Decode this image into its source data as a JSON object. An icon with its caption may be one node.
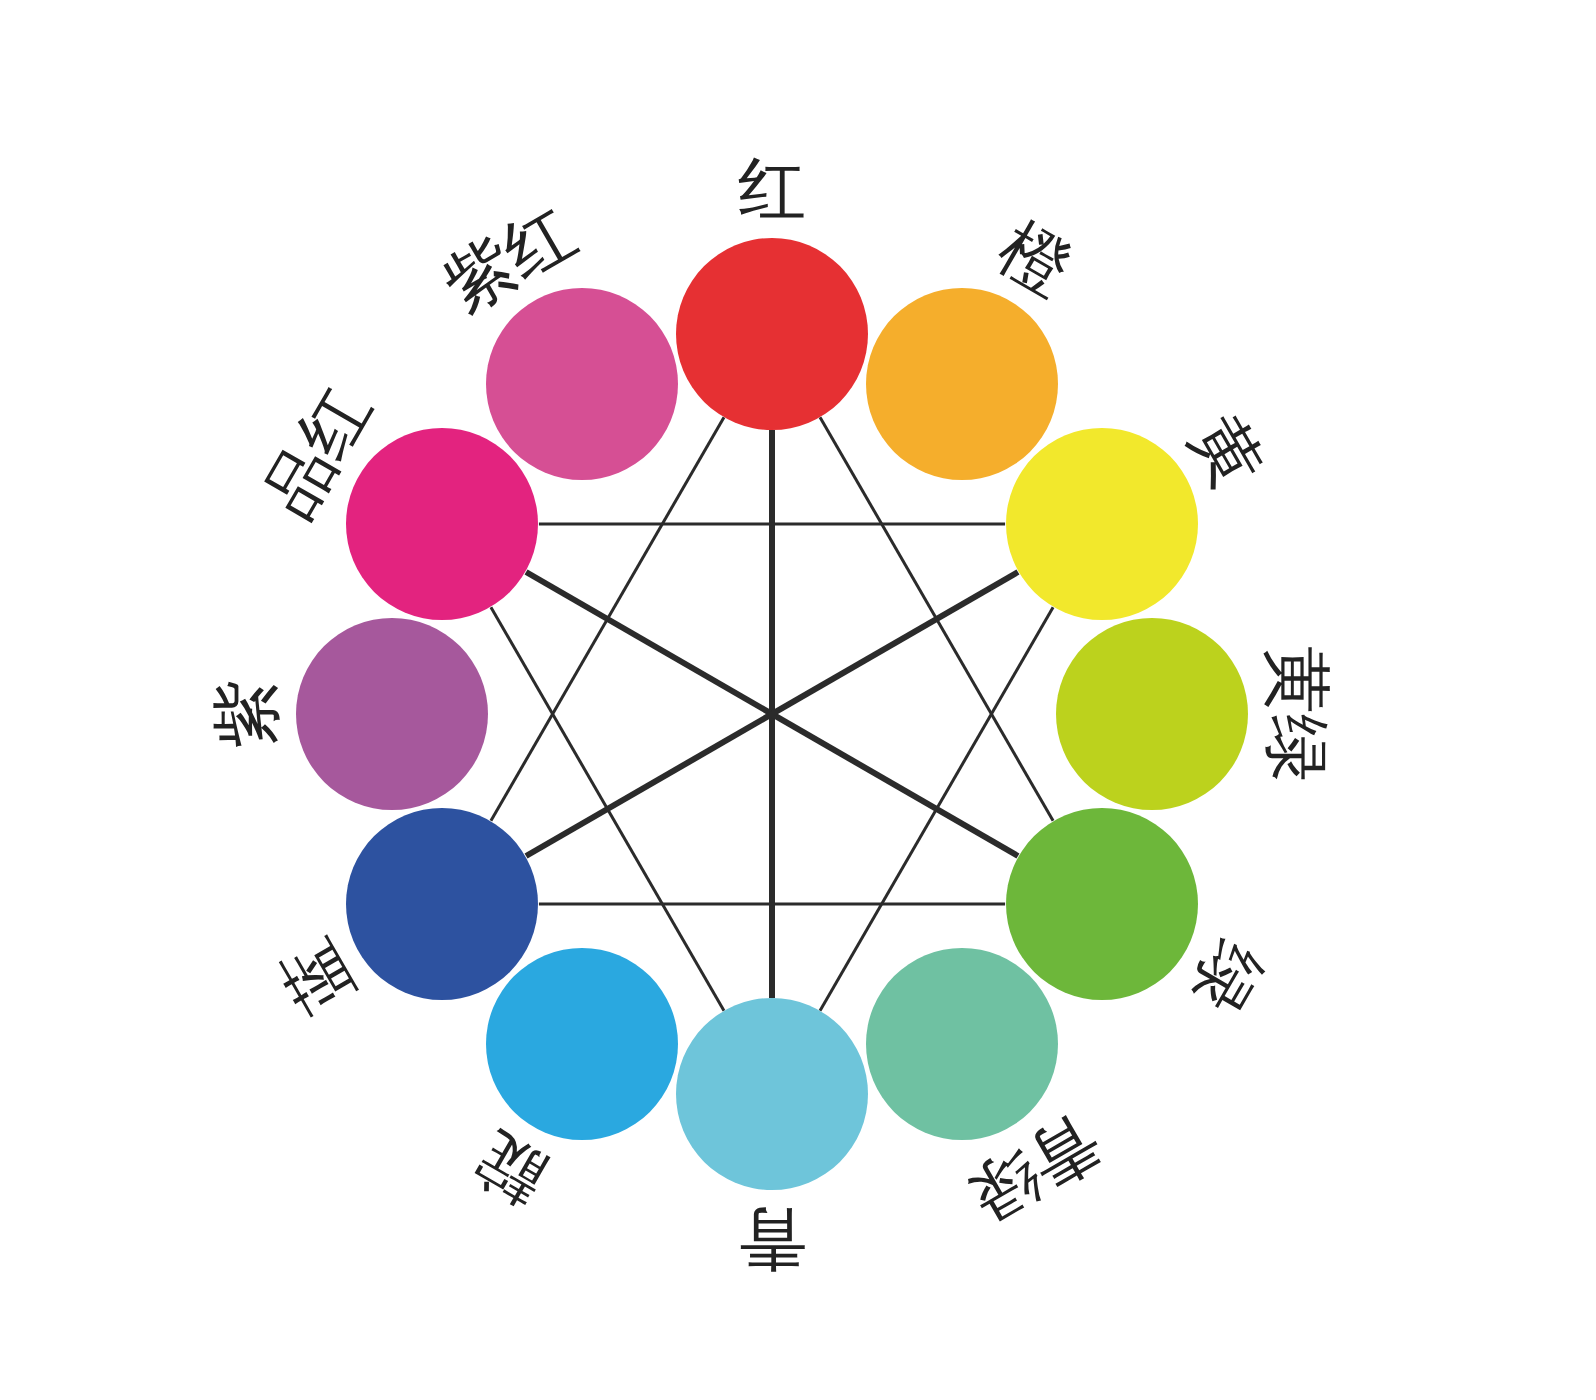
{
  "diagram": {
    "nodes": [
      {
        "text": [
          "红"
        ]
      },
      {
        "text": [
          "橙"
        ]
      },
      {
        "text": [
          "黄"
        ]
      },
      {
        "text": [
          "黄绿"
        ]
      },
      {
        "text": [
          "绿"
        ]
      },
      {
        "text": [
          "青绿"
        ]
      },
      {
        "text": [
          "青"
        ]
      },
      {
        "text": [
          "靛"
        ]
      },
      {
        "text": [
          "蓝"
        ]
      },
      {
        "text": [
          "紫"
        ]
      },
      {
        "text": [
          "品红"
        ]
      },
      {
        "text": [
          "紫红"
        ]
      }
    ],
    "edges": [
      {
        "from": 0,
        "to": 6,
        "arrow": "none",
        "style": "thick"
      },
      {
        "from": 10,
        "to": 4,
        "arrow": "none",
        "style": "thick"
      },
      {
        "from": 8,
        "to": 2,
        "arrow": "none",
        "style": "thick"
      },
      {
        "from": 0,
        "to": 4,
        "arrow": "none"
      },
      {
        "from": 0,
        "to": 8,
        "arrow": "none"
      },
      {
        "from": 8,
        "to": 4,
        "arrow": "none"
      },
      {
        "from": 10,
        "to": 2,
        "arrow": "none"
      },
      {
        "from": 10,
        "to": 6,
        "arrow": "none"
      },
      {
        "from": 2,
        "to": 6,
        "arrow": "none"
      }
    ]
  }
}
